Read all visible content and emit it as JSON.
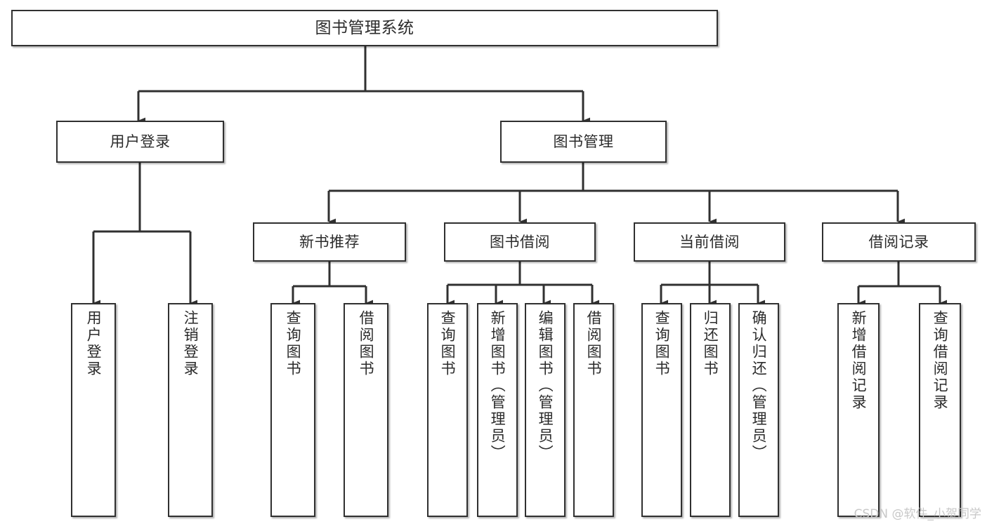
{
  "diagram": {
    "type": "tree-hierarchy-chart",
    "title": "图书管理系统",
    "edge_color": "#303030",
    "box_border_color": "#303030",
    "box_fill_color": "#ffffff",
    "text_color": "#2b2b2b"
  },
  "root": {
    "label": "图书管理系统"
  },
  "level1": [
    {
      "label": "用户登录"
    },
    {
      "label": "图书管理"
    }
  ],
  "level2": [
    {
      "label": "新书推荐"
    },
    {
      "label": "图书借阅"
    },
    {
      "label": "当前借阅"
    },
    {
      "label": "借阅记录"
    }
  ],
  "leaves": {
    "user_login": [
      {
        "label": "用户登录"
      },
      {
        "label": "注销登录"
      }
    ],
    "new_book_recommend": [
      {
        "label": "查询图书"
      },
      {
        "label": "借阅图书"
      }
    ],
    "book_borrow": [
      {
        "label": "查询图书"
      },
      {
        "label": "新增图书（管理员）"
      },
      {
        "label": "编辑图书（管理员）"
      },
      {
        "label": "借阅图书"
      }
    ],
    "current_borrow": [
      {
        "label": "查询图书"
      },
      {
        "label": "归还图书"
      },
      {
        "label": "确认归还（管理员）"
      }
    ],
    "borrow_record": [
      {
        "label": "新增借阅记录"
      },
      {
        "label": "查询借阅记录"
      }
    ]
  },
  "watermark": {
    "text": "CSDN @软件_小贺同学"
  }
}
